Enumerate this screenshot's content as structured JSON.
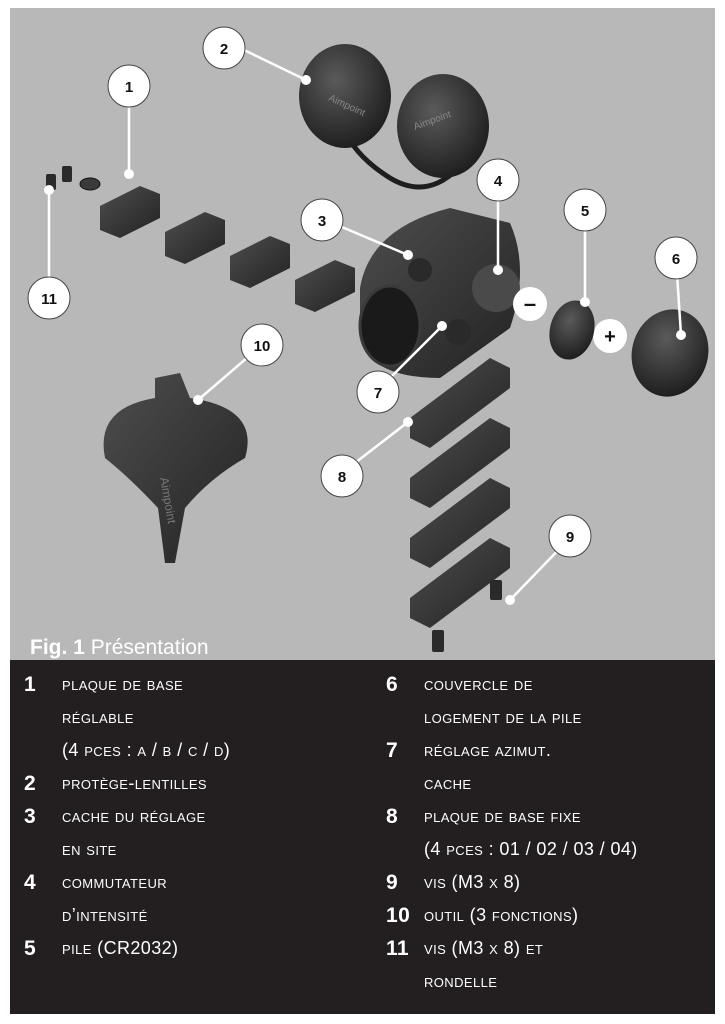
{
  "figure": {
    "caption_prefix": "Fig. 1",
    "caption_title": "Présentation",
    "signs": {
      "minus": "–",
      "plus": "+"
    },
    "brand_marks": [
      "Aimpoint",
      "Aimpoint",
      "Aimpoint"
    ]
  },
  "callouts": [
    "1",
    "2",
    "3",
    "4",
    "5",
    "6",
    "7",
    "8",
    "9",
    "10",
    "11"
  ],
  "legend": {
    "left": [
      {
        "num": "1",
        "lines": [
          "plaque de base",
          "réglable",
          "(4 pces : a / b / c / d)"
        ]
      },
      {
        "num": "2",
        "lines": [
          "protège-lentilles"
        ]
      },
      {
        "num": "3",
        "lines": [
          "cache du réglage",
          "en site"
        ]
      },
      {
        "num": "4",
        "lines": [
          "commutateur",
          "d’intensité"
        ]
      },
      {
        "num": "5",
        "lines": [
          "pile (CR2032)"
        ]
      }
    ],
    "right": [
      {
        "num": "6",
        "lines": [
          "couvercle de",
          "logement de la pile"
        ]
      },
      {
        "num": "7",
        "lines": [
          "réglage azimut.",
          "cache"
        ]
      },
      {
        "num": "8",
        "lines": [
          "plaque de base fixe",
          "(4 pces : 01 / 02 / 03 / 04)"
        ]
      },
      {
        "num": "9",
        "lines": [
          "vis (M3 x 8)"
        ]
      },
      {
        "num": "10",
        "lines": [
          "outil (3 fonctions)"
        ]
      },
      {
        "num": "11",
        "lines": [
          "vis (M3 x 8) et",
          "rondelle"
        ]
      }
    ]
  }
}
